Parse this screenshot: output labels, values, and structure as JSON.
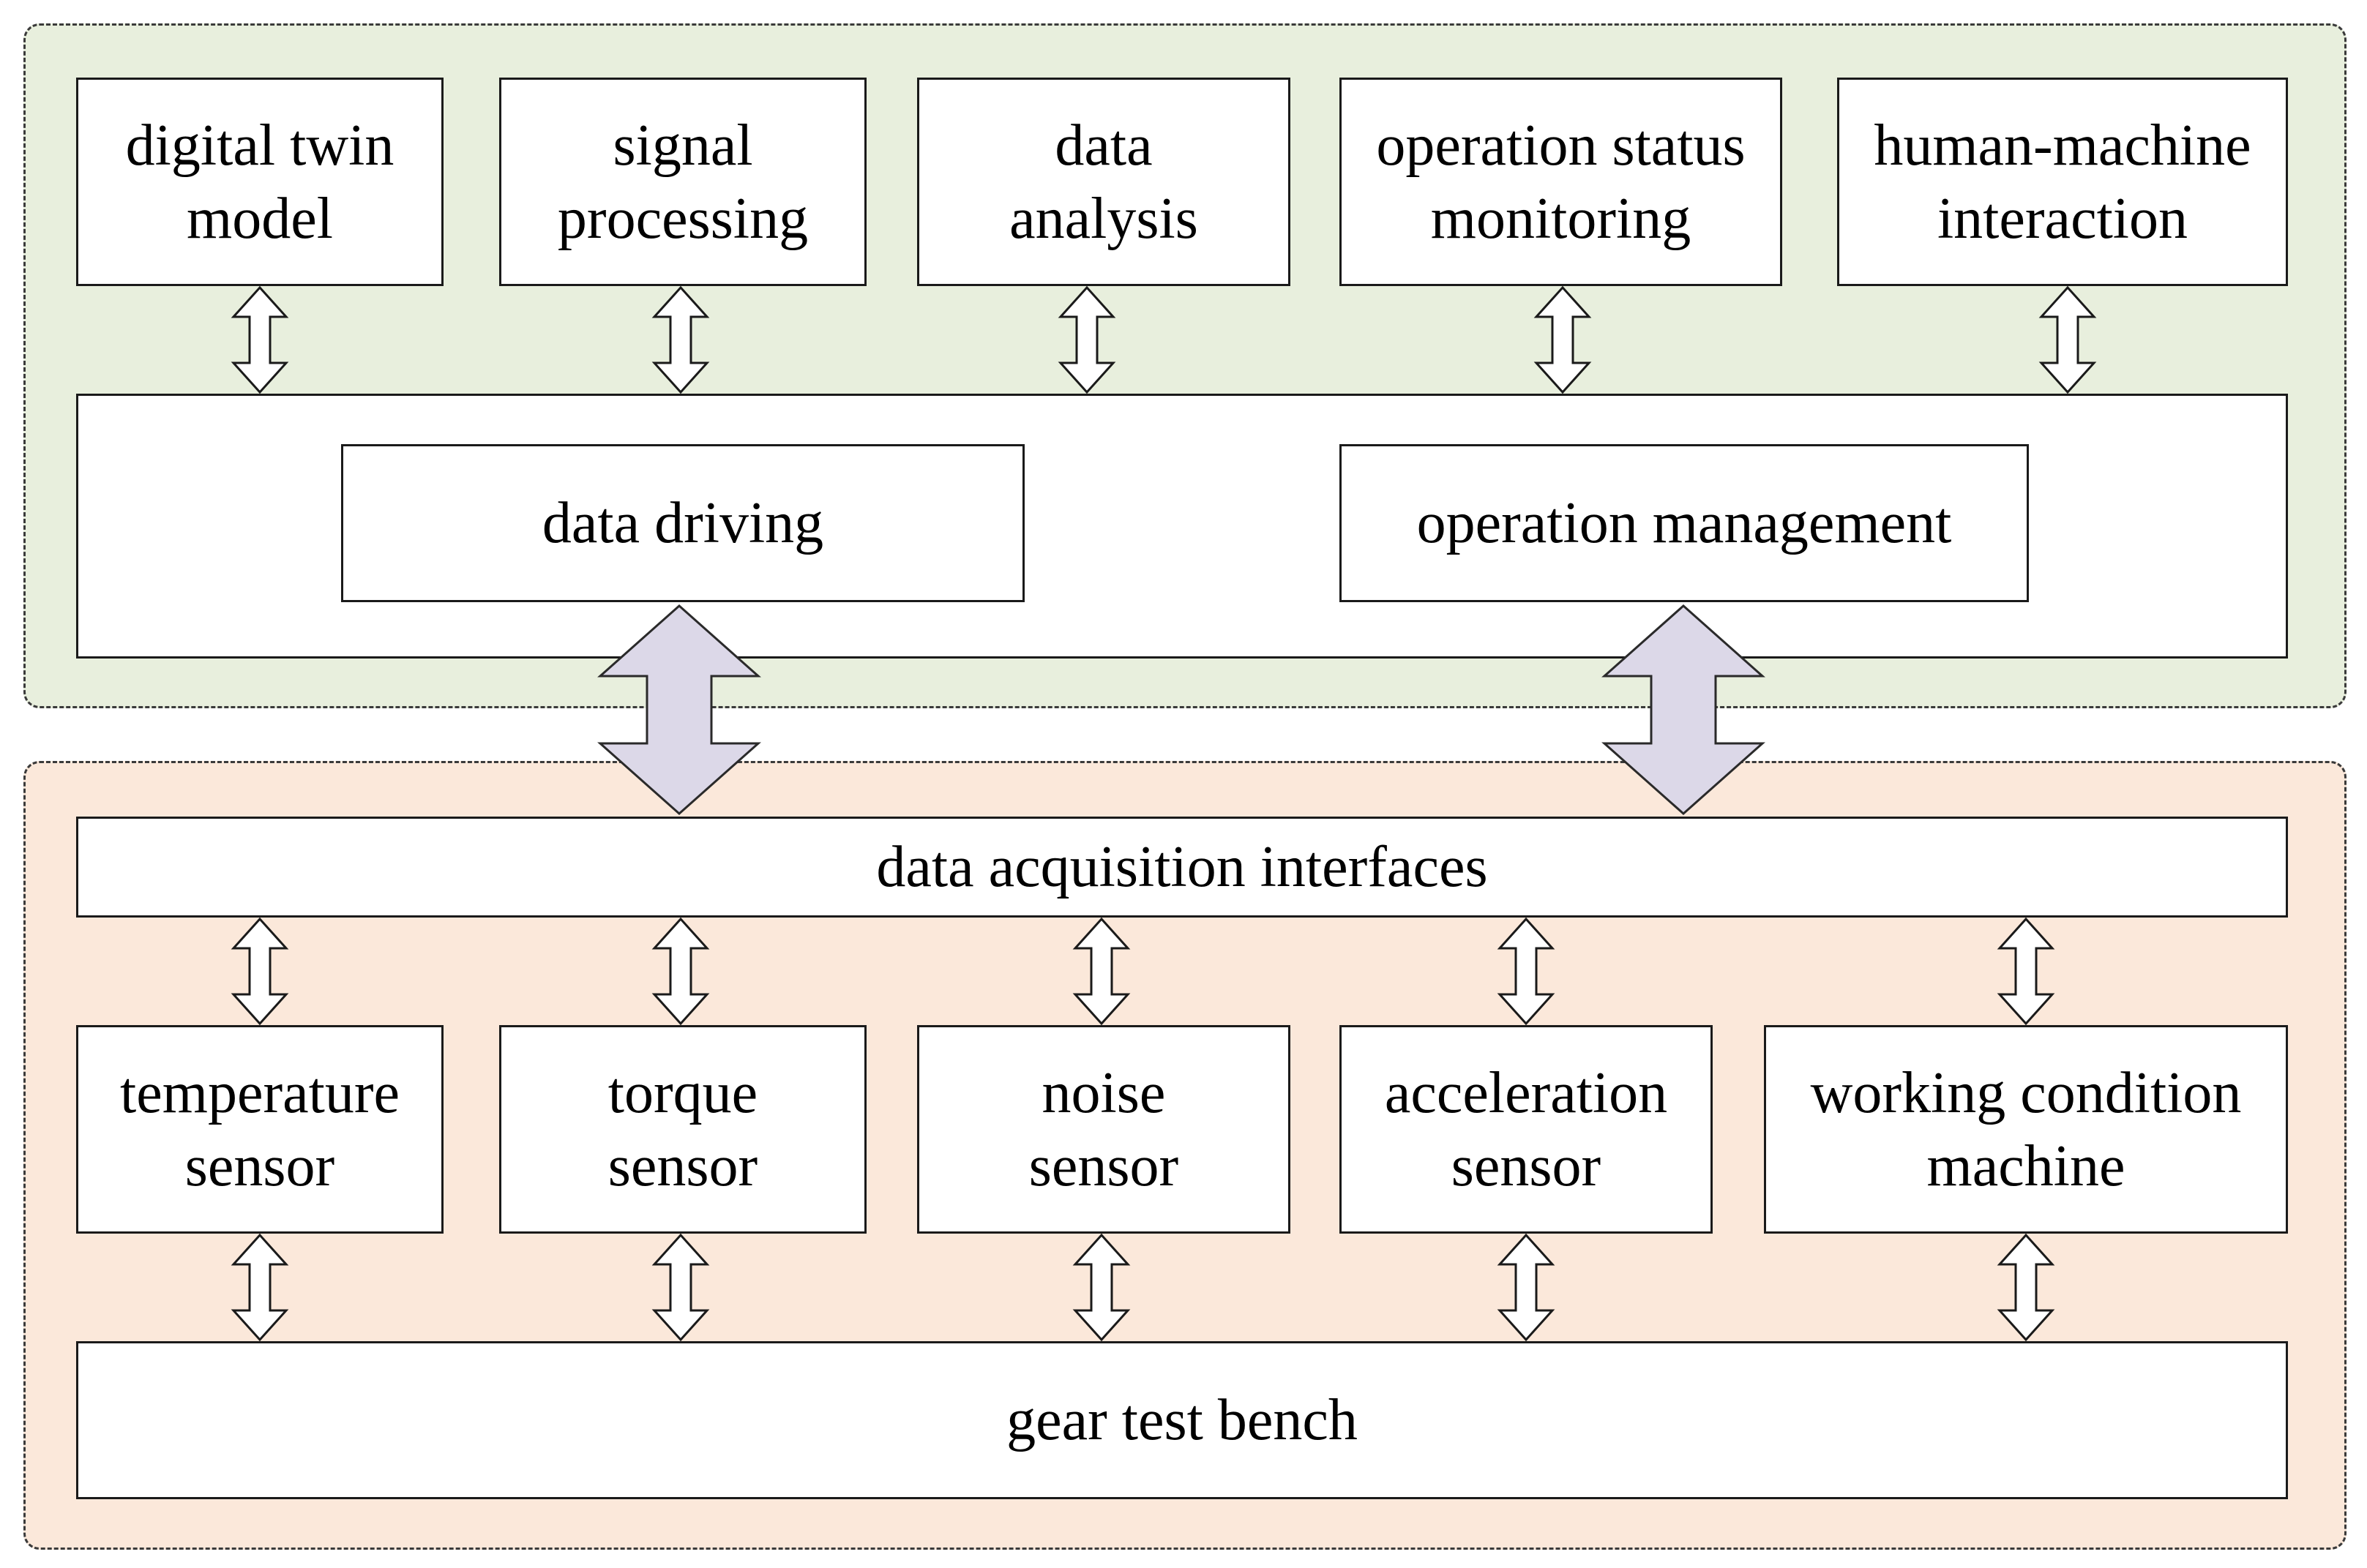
{
  "diagram": {
    "top_layer": {
      "modules": [
        {
          "label": "digital twin\nmodel"
        },
        {
          "label": "signal\nprocessing"
        },
        {
          "label": "data\nanalysis"
        },
        {
          "label": "operation status\nmonitoring"
        },
        {
          "label": "human-machine\ninteraction"
        }
      ],
      "data_driving": "data driving",
      "operation_management": "operation management"
    },
    "bottom_layer": {
      "interfaces": "data acquisition interfaces",
      "sensors": [
        {
          "label": "temperature\nsensor"
        },
        {
          "label": "torque\nsensor"
        },
        {
          "label": "noise\nsensor"
        },
        {
          "label": "acceleration\nsensor"
        },
        {
          "label": "working condition\nmachine"
        }
      ],
      "bench": "gear test bench"
    },
    "colors": {
      "top_panel": "#e8efdd",
      "bottom_panel": "#fbe8da",
      "big_arrow_fill": "#dcd8e8"
    }
  }
}
